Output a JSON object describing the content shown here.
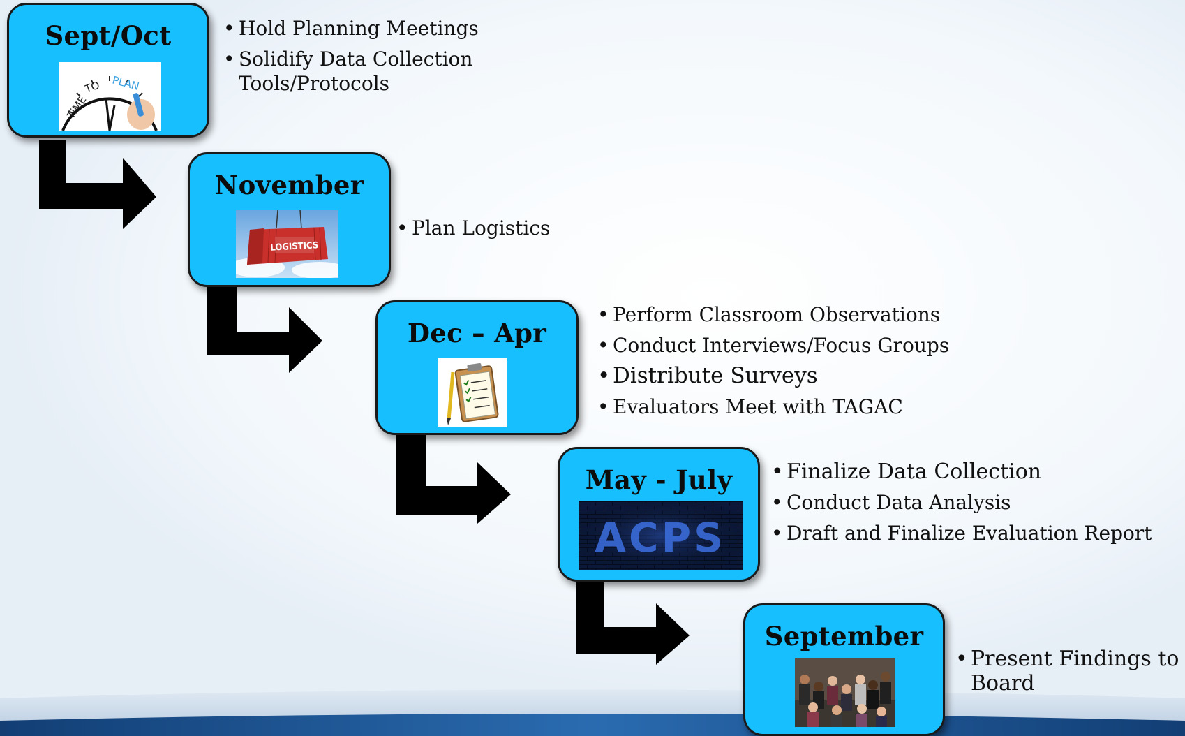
{
  "stages": [
    {
      "title": "Sept/Oct",
      "image_icon": "time-to-plan-clock-image",
      "image_text": [
        "TiME",
        "TO",
        "PLAN"
      ],
      "bullets": [
        "Hold Planning Meetings",
        "Solidify  Data Collection Tools/Protocols"
      ]
    },
    {
      "title": "November",
      "image_icon": "logistics-container-image",
      "image_text": [
        "LOGISTICS"
      ],
      "bullets": [
        "Plan Logistics"
      ]
    },
    {
      "title": "Dec – Apr",
      "image_icon": "clipboard-checklist-image",
      "bullets": [
        "Perform Classroom Observations",
        "Conduct Interviews/Focus Groups",
        "Distribute Surveys",
        "Evaluators Meet with TAGAC"
      ]
    },
    {
      "title": "May - July",
      "image_icon": "acps-brick-wall-image",
      "image_text": [
        "ACPS"
      ],
      "bullets": [
        "Finalize Data Collection",
        "Conduct Data Analysis",
        "Draft and Finalize Evaluation Report"
      ]
    },
    {
      "title": "September",
      "image_icon": "board-group-photo-image",
      "bullets": [
        "Present Findings to Board"
      ]
    }
  ],
  "colors": {
    "stage_fill": "#17bfff",
    "arrow": "#000000",
    "footer": "#1f5a99"
  }
}
